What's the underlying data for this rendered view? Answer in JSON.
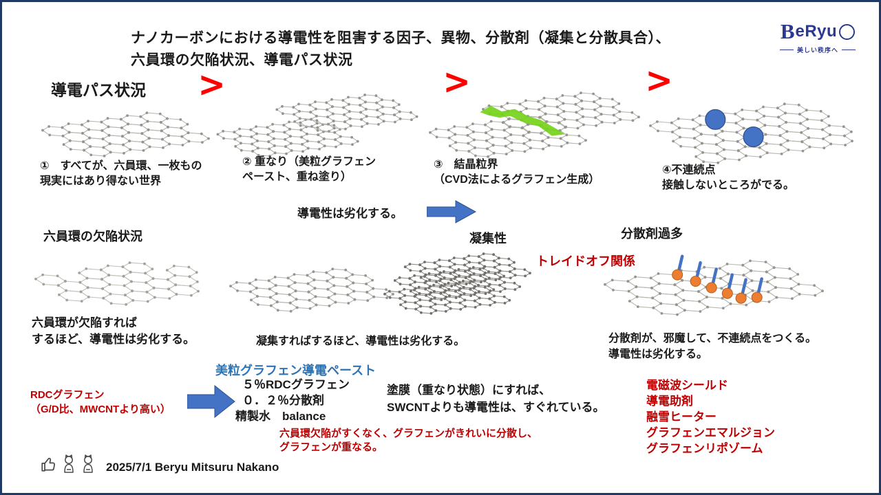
{
  "slide": {
    "title_line1": "ナノカーボンにおける導電性を阻害する因子、異物、分散剤（凝集と分散具合）、",
    "title_line2": "六員環の欠陥状況、導電パス状況",
    "logo": {
      "brand_b": "B",
      "brand_rest": "eRyu",
      "tagline": "美しい秩序へ"
    },
    "gt_symbol": "＞"
  },
  "row1": {
    "heading": "導電パス状況",
    "items": [
      {
        "caption_l1": "①　すべてが、六員環、一枚もの",
        "caption_l2": "現実にはあり得ない世界"
      },
      {
        "caption_l1": "② 重なり（美粒グラフェン",
        "caption_l2": "ペースト、重ね塗り）"
      },
      {
        "caption_l1": "③　結晶粒界",
        "caption_l2": "（CVD法によるグラフェン生成）"
      },
      {
        "caption_l1": "④不連続点",
        "caption_l2": "接触しないところがでる。"
      }
    ],
    "degrade_note": "導電性は劣化する。"
  },
  "row2": {
    "heading_defect": "六員環の欠陥状況",
    "label_aggregation": "凝集性",
    "label_dispersant": "分散剤過多",
    "tradeoff": "トレイドオフ関係",
    "caption_defect_l1": "六員環が欠陥すれば",
    "caption_defect_l2": "するほど、導電性は劣化する。",
    "caption_aggregation": "凝集すればするほど、導電性は劣化する。",
    "caption_dispersant_l1": "分散剤が、邪魔して、不連続点をつくる。",
    "caption_dispersant_l2": "導電性は劣化する。"
  },
  "bottom": {
    "paste_title": "美粒グラフェン導電ペースト",
    "paste_lines": [
      "５％RDCグラフェン",
      "０．２％分散剤",
      "精製水　balance"
    ],
    "rdc_l1": "RDCグラフェン",
    "rdc_l2": "（G/D比、MWCNTより高い）",
    "coating_l1": "塗膜（重なり状態）にすれば、",
    "coating_l2": "SWCNTよりも導電性は、すぐれている。",
    "red_note_l1": "六員環欠陥がすくなく、グラフェンがきれいに分散し、",
    "red_note_l2": "グラフェンが重なる。",
    "applications": [
      "電磁波シールド",
      "導電助剤",
      "融雪ヒーター",
      "グラフェンエマルジョン",
      "グラフェンリポゾーム"
    ],
    "footer": "2025/7/1 Beryu Mitsuru Nakano"
  },
  "colors": {
    "accent_red": "#c00000",
    "bright_red": "#ff0000",
    "heading_blue": "#2e74b5",
    "arrow_blue": "#4472c4",
    "logo_navy": "#2b3990",
    "grain_green": "#76d21b",
    "dispersant_orange": "#ed7d31",
    "border_navy": "#1f3864"
  }
}
